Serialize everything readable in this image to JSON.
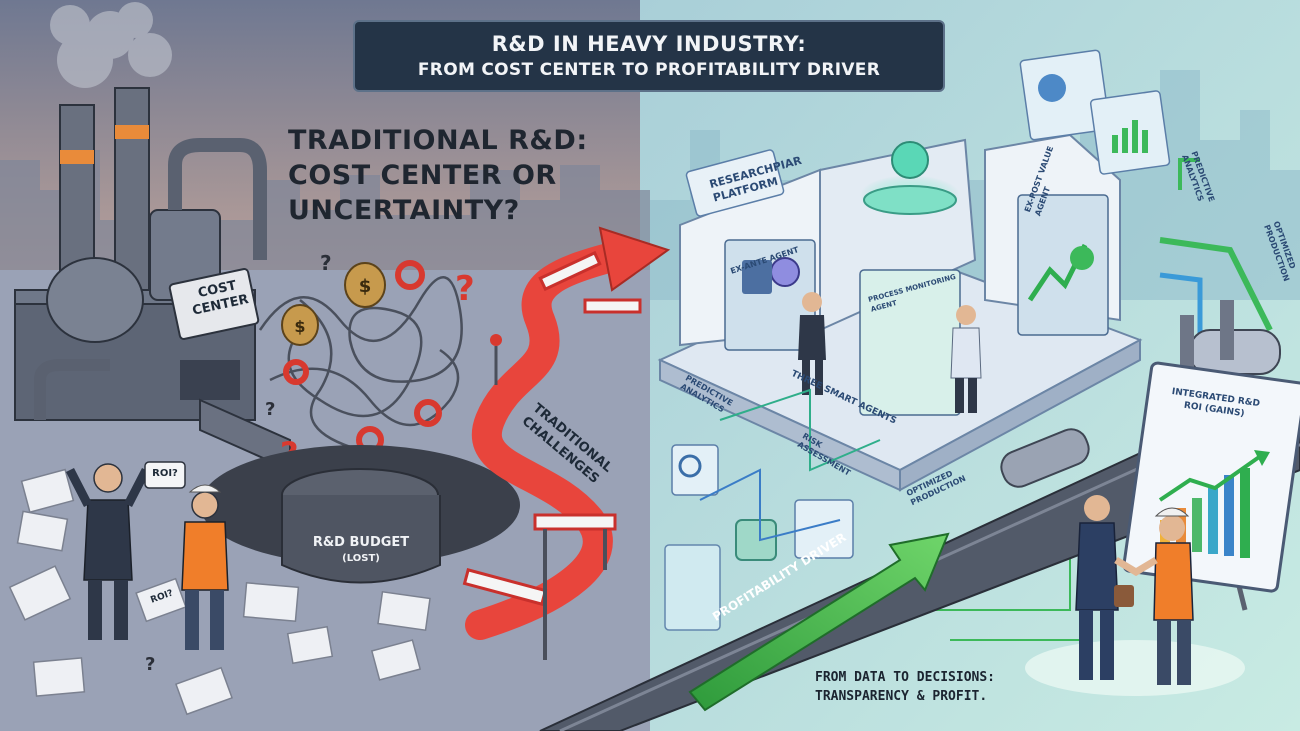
{
  "title": {
    "line1": "R&D IN HEAVY INDUSTRY:",
    "line2": "FROM COST CENTER TO PROFITABILITY DRIVER"
  },
  "left": {
    "headline": [
      "TRADITIONAL R&D:",
      "COST CENTER OR",
      "UNCERTAINTY?"
    ],
    "cost_center_sign": [
      "COST",
      "CENTER"
    ],
    "budget_pit": [
      "R&D BUDGET",
      "(LOST)"
    ],
    "speech_bubble": "ROI?",
    "roi_note": "ROI?",
    "path_label": [
      "TRADITIONAL",
      "CHALLENGES"
    ]
  },
  "right": {
    "platform_sign": [
      "RESEARCHPIAR",
      "PLATFORM"
    ],
    "agents": {
      "ex_ante": "EX-ANTE AGENT",
      "process": [
        "PROCESS MONITORING",
        "AGENT"
      ],
      "ex_post": [
        "EX-POST VALUE",
        "AGENT"
      ]
    },
    "three_agents": "THREE SMART AGENTS",
    "predictive_top": [
      "PREDICTIVE",
      "ANALYTICS"
    ],
    "optimized_top": [
      "OPTIMIZED",
      "PRODUCTION"
    ],
    "predictive_low": [
      "PREDICTIVE",
      "ANALYTICS"
    ],
    "risk": [
      "RISK",
      "ASSESSMENT"
    ],
    "optimized_low": [
      "OPTIMIZED",
      "PRODUCTION"
    ],
    "roi_board": [
      "INTEGRATED R&D",
      "ROI (GAINS)"
    ],
    "green_arrow": "PROFITABILITY DRIVER",
    "caption": [
      "FROM DATA TO DECISIONS:",
      "TRANSPARENCY & PROFIT."
    ]
  },
  "colors": {
    "left_bg": "#8f97ab",
    "right_bg": "#b9dfe3",
    "red_path": "#e8453c",
    "green_arrow": "#46b94a",
    "title_bg": "#243447"
  }
}
